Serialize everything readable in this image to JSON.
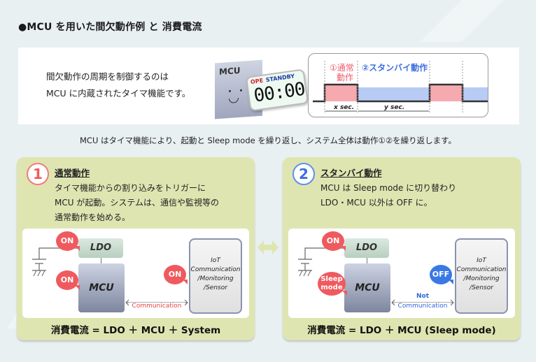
{
  "title": "●MCU を用いた間欠動作例 と 消費電流",
  "intro": {
    "lines": [
      "間欠動作の周期を制御するのは",
      "MCU に内蔵されたタイマ機能です。"
    ],
    "mcu_label": "MCU",
    "timer": {
      "ope_label": "OPE",
      "standby_label": "STANDBY",
      "display": "00:00"
    },
    "timing": {
      "normal_label_1": "①通常",
      "normal_label_2": "動作",
      "standby_label": "②スタンバイ動作",
      "x_label": "x sec.",
      "y_label": "y sec.",
      "normal_color": "#f7a9b0",
      "standby_color": "#b8cbf5"
    }
  },
  "summary": "MCU はタイマ機能により、起動と Sleep mode を繰り返し、システム全体は動作①②を繰り返します。",
  "modes": [
    {
      "number": "1",
      "title": "通常動作",
      "desc": [
        "タイマ機能からの割り込みをトリガーに",
        "MCU が起動。システムは、通信や監視等の",
        "通常動作を始める。"
      ],
      "ldo_label": "LDO",
      "mcu_label": "MCU",
      "system_label": [
        "IoT",
        "Communication",
        "/Monitoring",
        "/Sensor"
      ],
      "ldo_badge": "ON",
      "mcu_badge": "ON",
      "system_badge": "ON",
      "comm_label": [
        "Communication"
      ],
      "formula": "消費電流 = LDO ＋ MCU ＋ System"
    },
    {
      "number": "2",
      "title": "スタンバイ動作",
      "desc": [
        "MCU は Sleep mode に切り替わり",
        "LDO・MCU 以外は OFF に。"
      ],
      "ldo_label": "LDO",
      "mcu_label": "MCU",
      "system_label": [
        "IoT",
        "Communication",
        "/Monitoring",
        "/Sensor"
      ],
      "ldo_badge": "ON",
      "mcu_badge": [
        "Sleep",
        "mode"
      ],
      "system_badge": "OFF",
      "comm_label": [
        "Not",
        "Communication"
      ],
      "formula": "消費電流 = LDO ＋ MCU (Sleep mode)"
    }
  ],
  "colors": {
    "on": "#ef5a5f",
    "off": "#3a78e6",
    "card": "#dfe5b1"
  }
}
